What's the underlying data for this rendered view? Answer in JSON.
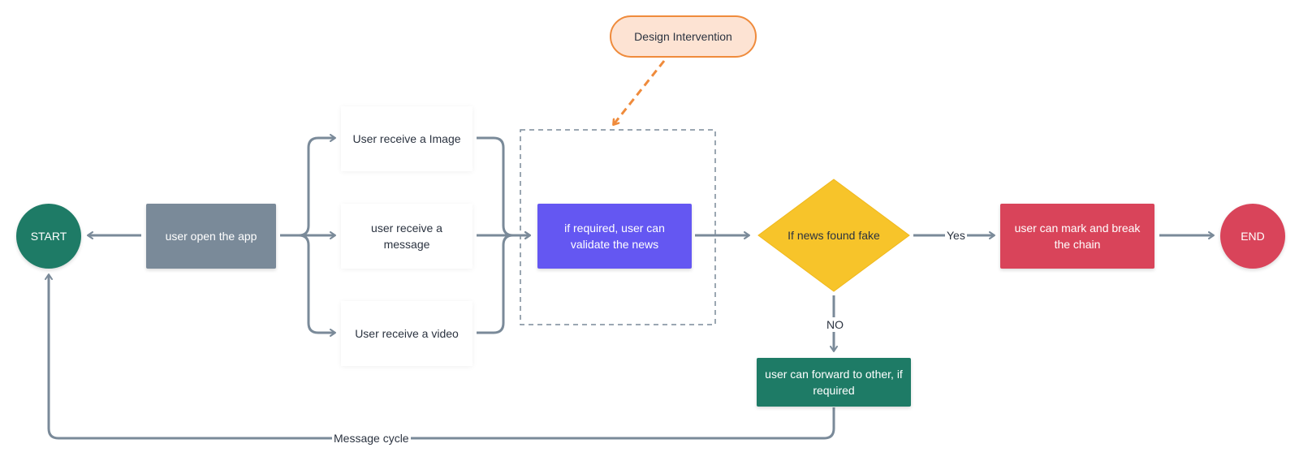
{
  "colors": {
    "edge": "#7a8a99",
    "dashed_edge": "#ef8b3c",
    "start": "#1e7b66",
    "end": "#d9445a",
    "open_app": "#7a8a99",
    "validate": "#6457f2",
    "decision": "#f7c42a",
    "mark_break": "#d9445a",
    "forward": "#1e7b66",
    "intervention_fill": "#fde3d3",
    "intervention_border": "#ef8b3c"
  },
  "nodes": {
    "start": "START",
    "end": "END",
    "open_app": "user open the app",
    "receive_image": "User receive a Image",
    "receive_message": "user receive a message",
    "receive_video": "User receive a video",
    "validate": "if required, user can validate the news",
    "decision": "If news found fake",
    "mark_break": "user can mark and break the chain",
    "forward": "user can forward to other, if required",
    "intervention": "Design Intervention"
  },
  "edge_labels": {
    "yes": "Yes",
    "no": "NO",
    "message_cycle": "Message cycle"
  }
}
